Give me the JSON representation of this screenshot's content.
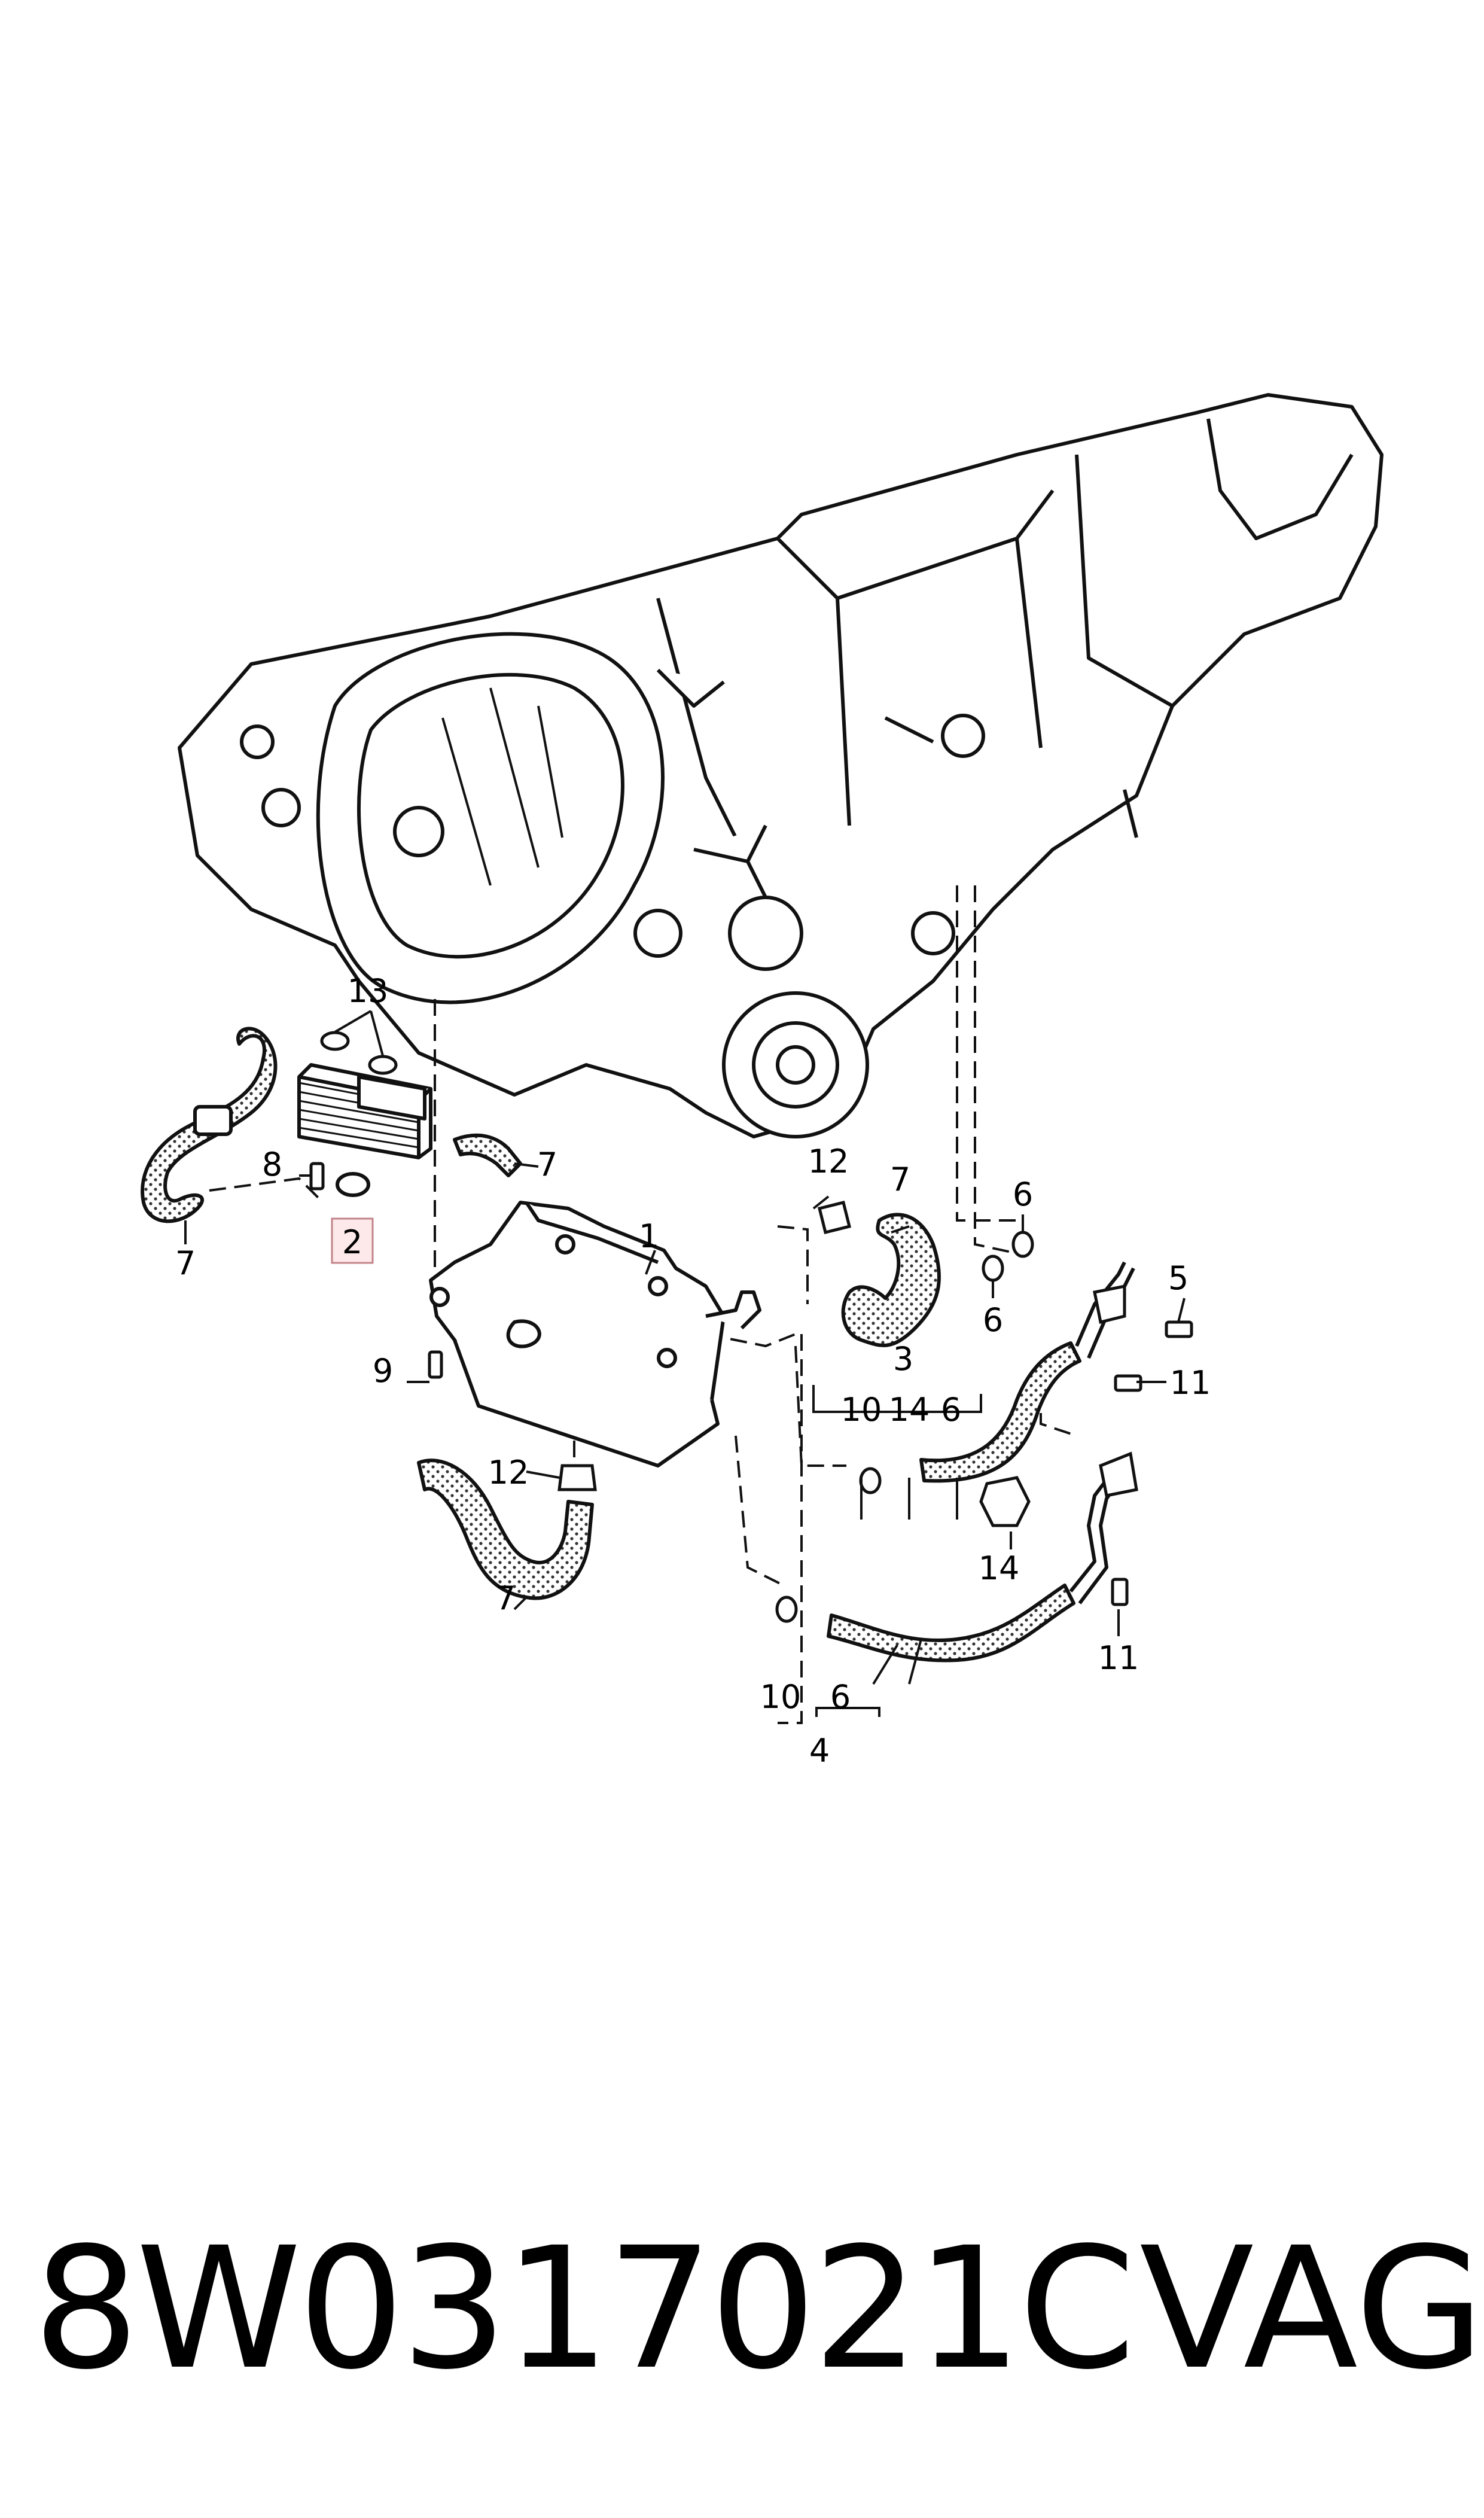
{
  "callouts": {
    "c1": "1",
    "c2": "2",
    "c3": "3",
    "c4": "4",
    "c5": "5",
    "c6a": "6",
    "c6b": "6",
    "c6c": "6",
    "c6d": "6",
    "c7a": "7",
    "c7b": "7",
    "c7c": "7",
    "c7d": "7",
    "c8": "8",
    "c9": "9",
    "c10a": "10",
    "c10b": "10",
    "c11a": "11",
    "c11b": "11",
    "c12a": "12",
    "c12b": "12",
    "c13": "13",
    "c14a": "14",
    "c14b": "14"
  },
  "highlighted_callout": "2",
  "footer": {
    "part_number": "8W0317021C",
    "brand": "VAG"
  }
}
